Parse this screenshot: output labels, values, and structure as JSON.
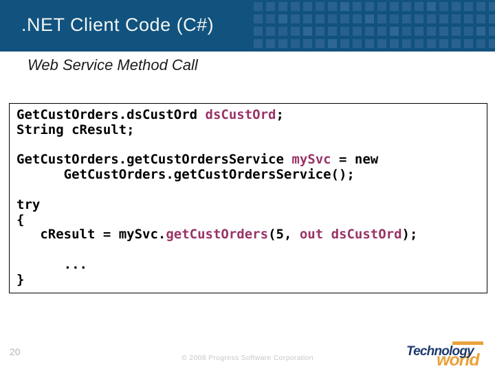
{
  "slide": {
    "title": ".NET Client Code (C#)",
    "subtitle": "Web Service Method Call",
    "page_number": "20",
    "copyright": "© 2008 Progress Software Corporation"
  },
  "header": {
    "grid": {
      "rows": 4,
      "cols": 20
    }
  },
  "code": {
    "lines": [
      {
        "segments": [
          {
            "t": "GetCustOrders.dsCustOrd ",
            "c": "k"
          },
          {
            "t": "dsCustOrd",
            "c": "m"
          },
          {
            "t": ";",
            "c": "k"
          }
        ]
      },
      {
        "segments": [
          {
            "t": "String cResult;",
            "c": "k"
          }
        ]
      },
      {
        "segments": []
      },
      {
        "segments": [
          {
            "t": "GetCustOrders.getCustOrdersService ",
            "c": "k"
          },
          {
            "t": "mySvc",
            "c": "m"
          },
          {
            "t": " = new",
            "c": "k"
          }
        ]
      },
      {
        "segments": [
          {
            "t": "      GetCustOrders.getCustOrdersService();",
            "c": "k"
          }
        ]
      },
      {
        "segments": []
      },
      {
        "segments": [
          {
            "t": "try",
            "c": "k"
          }
        ]
      },
      {
        "segments": [
          {
            "t": "{",
            "c": "k"
          }
        ]
      },
      {
        "segments": [
          {
            "t": "   cResult = mySvc.",
            "c": "k"
          },
          {
            "t": "getCustOrders",
            "c": "m"
          },
          {
            "t": "(5, ",
            "c": "k"
          },
          {
            "t": "out dsCustOrd",
            "c": "m"
          },
          {
            "t": ");",
            "c": "k"
          }
        ]
      },
      {
        "segments": []
      },
      {
        "segments": [
          {
            "t": "      ...",
            "c": "k"
          }
        ]
      },
      {
        "segments": [
          {
            "t": "}",
            "c": "k"
          }
        ]
      }
    ]
  },
  "logo": {
    "line1": "Technology",
    "line2": "world"
  },
  "colors": {
    "header_bg": "#11527F",
    "header_square": "#2A628F",
    "header_square_alt1": "#27608C",
    "header_square_alt2": "#2E6694",
    "code_keyword": "#993366",
    "logo_navy": "#1E3A6E",
    "logo_orange": "#E9A23B"
  }
}
